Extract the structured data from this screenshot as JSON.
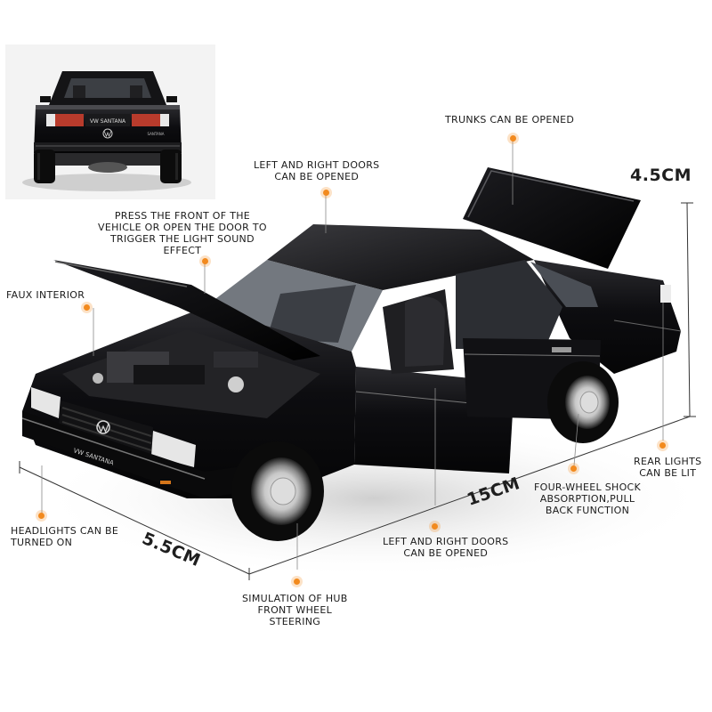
{
  "colors": {
    "accent": "#f28a1e",
    "car_body": "#0b0b0d",
    "leader": "#7a7a7a"
  },
  "rear_view": {
    "plate_text": "VW SANTANA",
    "badge": "SANTANA"
  },
  "front_view": {
    "plate_text": "VW SANTANA"
  },
  "callouts": {
    "trunks": "TRUNKS CAN BE OPENED",
    "doors_top": "LEFT AND RIGHT DOORS\nCAN BE OPENED",
    "light_sound": "PRESS THE FRONT OF THE\nVEHICLE OR OPEN THE DOOR TO\nTRIGGER THE LIGHT SOUND\nEFFECT",
    "faux_interior": "FAUX INTERIOR",
    "headlights": "HEADLIGHTS CAN BE\nTURNED ON",
    "doors_bottom": "LEFT AND RIGHT DOORS\nCAN BE OPENED",
    "hub": "SIMULATION OF HUB\nFRONT WHEEL\nSTEERING",
    "shock": "FOUR-WHEEL SHOCK\nABSORPTION,PULL\nBACK FUNCTION",
    "rear_lights": "REAR LIGHTS\nCAN BE LIT"
  },
  "dimensions": {
    "height": "4.5CM",
    "length": "15CM",
    "width": "5.5CM"
  }
}
